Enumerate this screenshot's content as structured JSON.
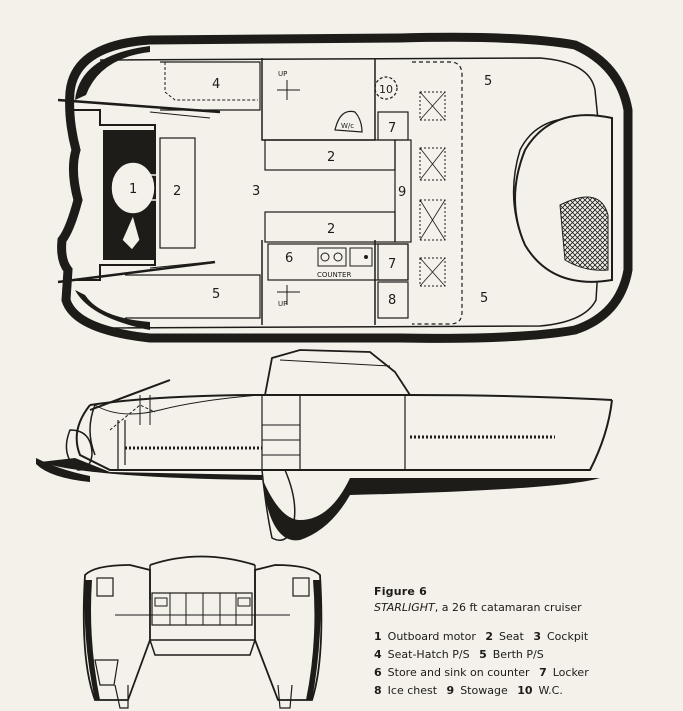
{
  "figure": {
    "title": "Figure 6",
    "subtitle_name": "STARLIGHT",
    "subtitle_rest": ", a 26 ft catamaran cruiser"
  },
  "legend": [
    [
      {
        "num": "1",
        "text": "Outboard motor"
      },
      {
        "num": "2",
        "text": "Seat"
      },
      {
        "num": "3",
        "text": "Cockpit"
      }
    ],
    [
      {
        "num": "4",
        "text": "Seat-Hatch P/S"
      },
      {
        "num": "5",
        "text": "Berth P/S"
      }
    ],
    [
      {
        "num": "6",
        "text": "Store and sink on counter"
      },
      {
        "num": "7",
        "text": "Locker"
      }
    ],
    [
      {
        "num": "8",
        "text": "Ice chest"
      },
      {
        "num": "9",
        "text": "Stowage"
      },
      {
        "num": "10",
        "text": "W.C."
      }
    ]
  ],
  "plan_labels": {
    "l1": "1",
    "l2a": "2",
    "l2b": "2",
    "l2c": "2",
    "l3": "3",
    "l4": "4",
    "l5a": "5",
    "l5b": "5",
    "l5c": "5",
    "l6": "6",
    "l7a": "7",
    "l7b": "7",
    "l8": "8",
    "l9": "9",
    "l10": "10",
    "up1": "UP",
    "up2": "UP",
    "counter": "COUNTER",
    "wc_mark": "W/c"
  },
  "colors": {
    "ink": "#1e1c19",
    "paper": "#f3f1ea"
  }
}
